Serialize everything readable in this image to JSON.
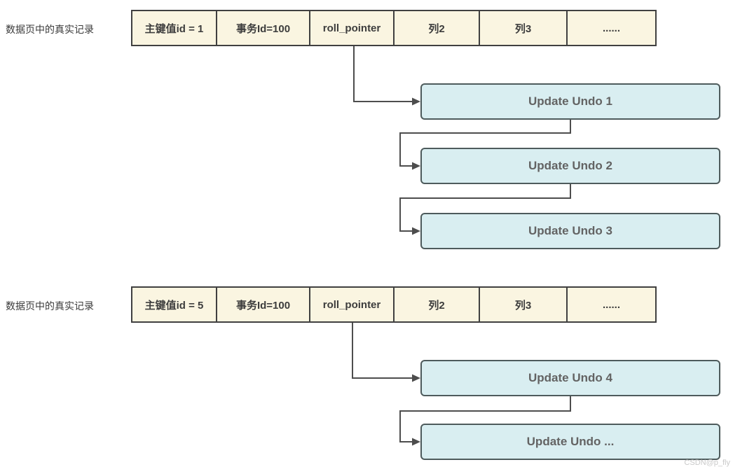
{
  "sections": [
    {
      "label": "数据页中的真实记录",
      "cells": [
        "主键值id = 1",
        "事务Id=100",
        "roll_pointer",
        "列2",
        "列3",
        "......"
      ],
      "undo_boxes": [
        "Update Undo 1",
        "Update Undo 2",
        "Update Undo 3"
      ]
    },
    {
      "label": "数据页中的真实记录",
      "cells": [
        "主键值id = 5",
        "事务Id=100",
        "roll_pointer",
        "列2",
        "列3",
        "......"
      ],
      "undo_boxes": [
        "Update Undo 4",
        "Update Undo ..."
      ]
    }
  ],
  "watermark": "CSDN@p_fly",
  "colors": {
    "cell_background": "#faf5e1",
    "cell_border": "#404040",
    "undo_background": "#d9eef1",
    "undo_border": "#4e5b5c",
    "connector_line": "#4d4d4d",
    "text": "#3d3d3d",
    "undo_text": "#636363",
    "watermark_text": "#c9c9c9"
  }
}
